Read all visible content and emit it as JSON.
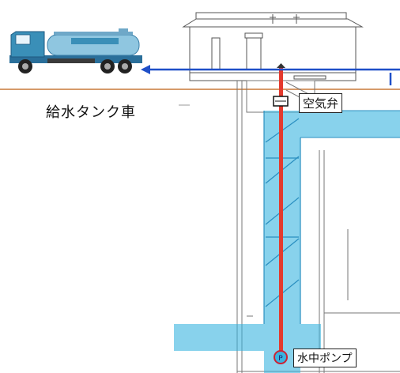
{
  "labels": {
    "tank_truck": "給水タンク車",
    "air_valve": "空気弁",
    "submersible_pump": "水中ポンプ",
    "pump_marker": "P"
  },
  "colors": {
    "water_flow": "#1f4fc8",
    "riser_pipe": "#e43a2e",
    "water_body": "#39b4e0",
    "ground_line": "#d69a6a",
    "truck_cab": "#3a8fb8",
    "truck_tank": "#8fc6e0",
    "structure_line": "#555555"
  },
  "icons": {
    "truck": "water-tank-truck-icon",
    "valve": "air-valve-icon",
    "pump": "submersible-pump-icon"
  }
}
